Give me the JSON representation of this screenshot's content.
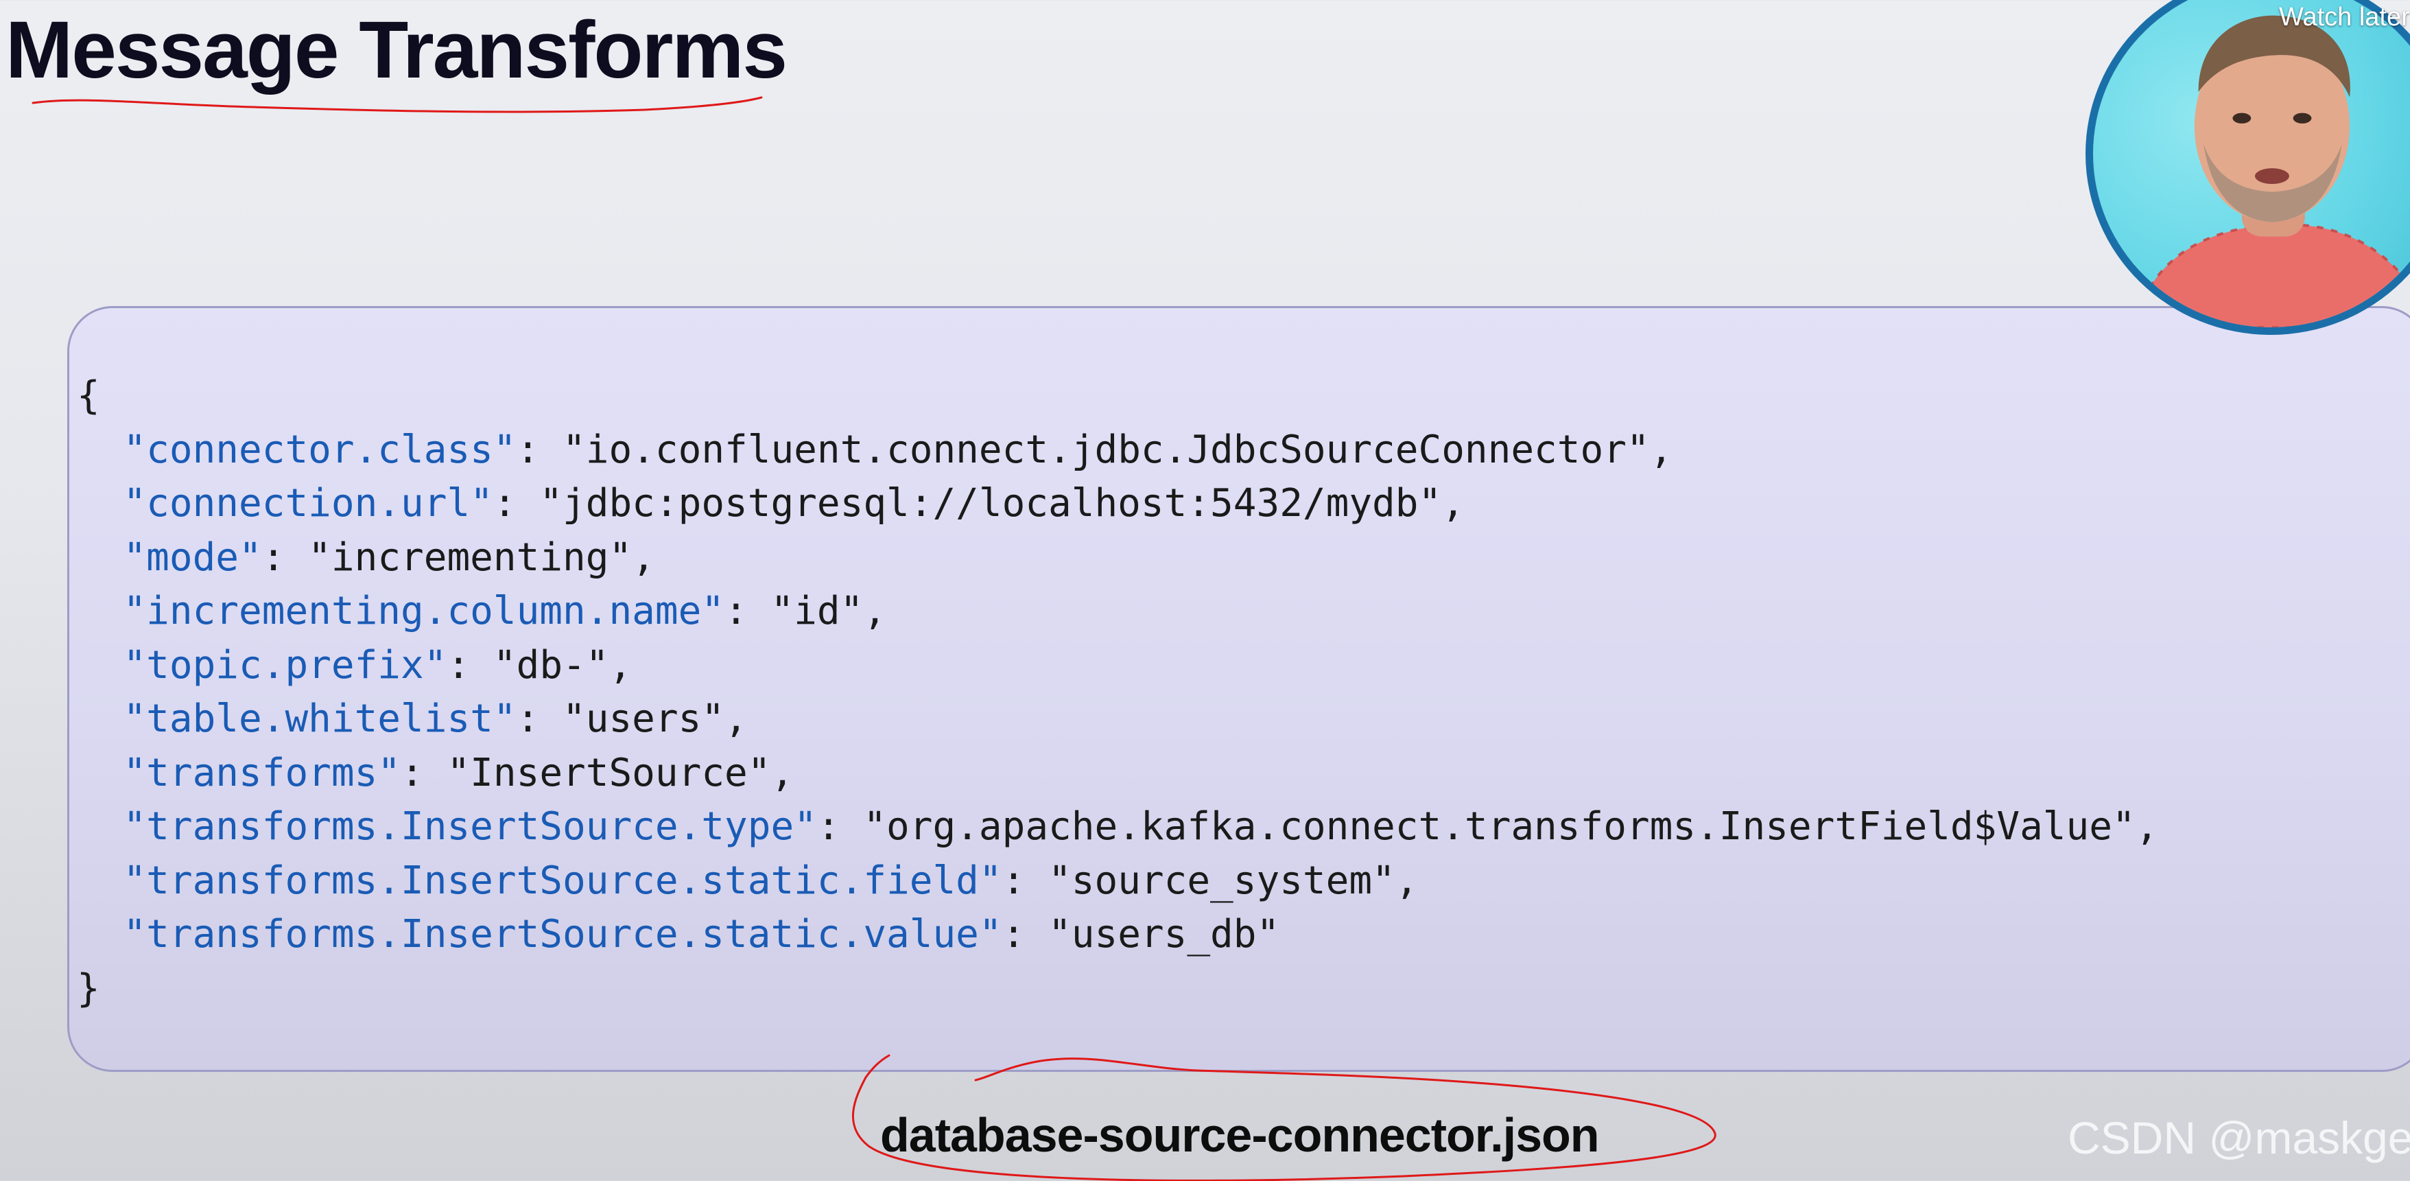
{
  "video": {
    "top_overlay_text": "",
    "watch_later_label": "Watch later"
  },
  "slide": {
    "title": "Message Transforms",
    "caption": "database-source-connector.json"
  },
  "code": {
    "open_brace": "{",
    "close_brace": "}",
    "lines": [
      {
        "key": "\"connector.class\"",
        "sep": ": ",
        "value": "\"io.confluent.connect.jdbc.JdbcSourceConnector\"",
        "end": ","
      },
      {
        "key": "\"connection.url\"",
        "sep": ": ",
        "value": "\"jdbc:postgresql://localhost:5432/mydb\"",
        "end": ","
      },
      {
        "key": "\"mode\"",
        "sep": ": ",
        "value": "\"incrementing\"",
        "end": ","
      },
      {
        "key": "\"incrementing.column.name\"",
        "sep": ": ",
        "value": "\"id\"",
        "end": ","
      },
      {
        "key": "\"topic.prefix\"",
        "sep": ": ",
        "value": "\"db-\"",
        "end": ","
      },
      {
        "key": "\"table.whitelist\"",
        "sep": ": ",
        "value": "\"users\"",
        "end": ","
      },
      {
        "key": "\"transforms\"",
        "sep": ": ",
        "value": "\"InsertSource\"",
        "end": ","
      },
      {
        "key": "\"transforms.InsertSource.type\"",
        "sep": ": ",
        "value": "\"org.apache.kafka.connect.transforms.InsertField$Value\"",
        "end": ","
      },
      {
        "key": "\"transforms.InsertSource.static.field\"",
        "sep": ": ",
        "value": "\"source_system\"",
        "end": ","
      },
      {
        "key": "\"transforms.InsertSource.static.value\"",
        "sep": ": ",
        "value": "\"users_db\"",
        "end": ""
      }
    ]
  },
  "watermark": "CSDN @maskge",
  "colors": {
    "code_key": "#1a5bb5",
    "code_text": "#1a1a1a",
    "panel_background": "#dcdbf3",
    "panel_border": "#9d9cc6",
    "annotation_red": "#e01818",
    "presenter_ring": "#1b6fa8"
  }
}
